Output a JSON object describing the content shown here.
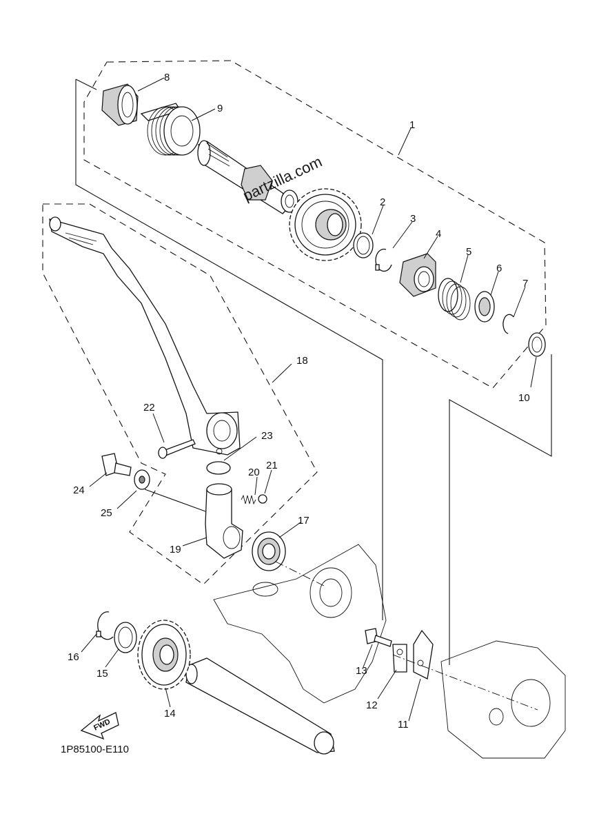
{
  "diagram": {
    "watermark": "partzilla.com",
    "drawing_code": "1P85100-E110",
    "fwd_label": "FWD",
    "callouts": {
      "c1": "1",
      "c2": "2",
      "c3": "3",
      "c4": "4",
      "c5": "5",
      "c6": "6",
      "c7": "7",
      "c8": "8",
      "c9": "9",
      "c10": "10",
      "c11": "11",
      "c12": "12",
      "c13": "13",
      "c14": "14",
      "c15": "15",
      "c16": "16",
      "c17": "17",
      "c18": "18",
      "c19": "19",
      "c20": "20",
      "c21": "21",
      "c22": "22",
      "c23": "23",
      "c24": "24",
      "c25": "25"
    },
    "icons": [
      "fwd-arrow-icon",
      "gear-icon",
      "spring-icon",
      "washer-icon",
      "bolt-icon"
    ]
  }
}
